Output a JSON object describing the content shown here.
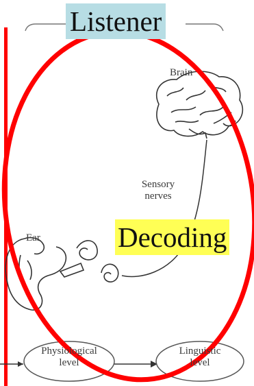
{
  "diagram": {
    "title": "Listener",
    "callout": "Decoding",
    "labels": {
      "brain": "Brain",
      "sensory_nerves": "Sensory\nnerves",
      "ear": "Ear",
      "physiological_level": "Physiological\nlevel",
      "linguistic_level": "Linguistic\nlevel"
    },
    "colors": {
      "annotation": "#ff0000",
      "title_background": "#b7dde4",
      "callout_background": "#ffff55",
      "line_art": "#333333"
    },
    "icons": [
      "brain-illustration",
      "ear-illustration"
    ]
  }
}
